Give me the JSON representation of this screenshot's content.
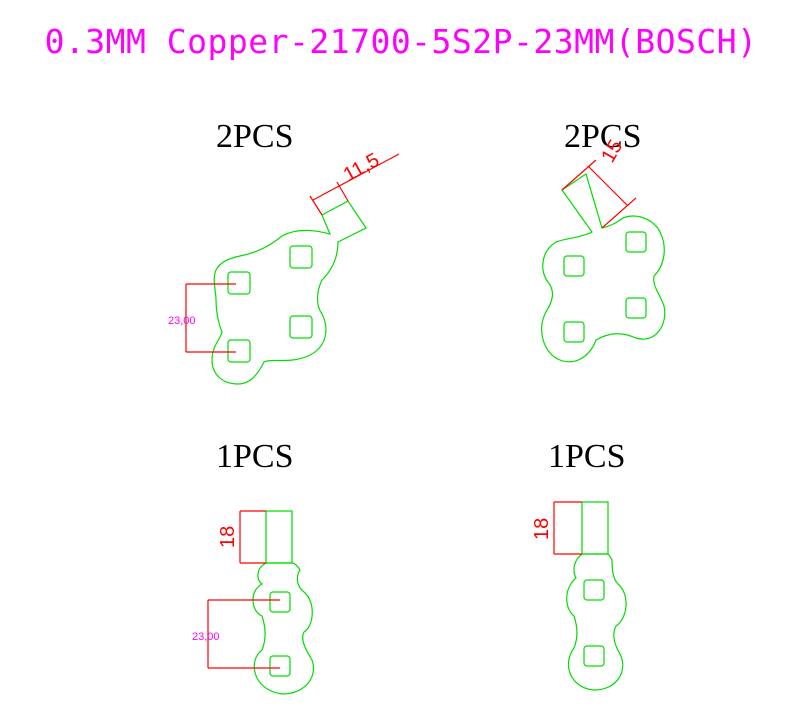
{
  "title": "0.3MM Copper-21700-5S2P-23MM(BOSCH)",
  "parts": [
    {
      "quantity": "2PCS",
      "tab_dimension": "11,5",
      "pitch_dimension": "23,00"
    },
    {
      "quantity": "2PCS",
      "tab_dimension": "15"
    },
    {
      "quantity": "1PCS",
      "tab_dimension": "18",
      "pitch_dimension": "23,00"
    },
    {
      "quantity": "1PCS",
      "tab_dimension": "18"
    }
  ],
  "colors": {
    "title": "#ff00ff",
    "outline": "#00dd00",
    "dimension": "#ff0000",
    "pitch_label": "#ff00ff"
  }
}
